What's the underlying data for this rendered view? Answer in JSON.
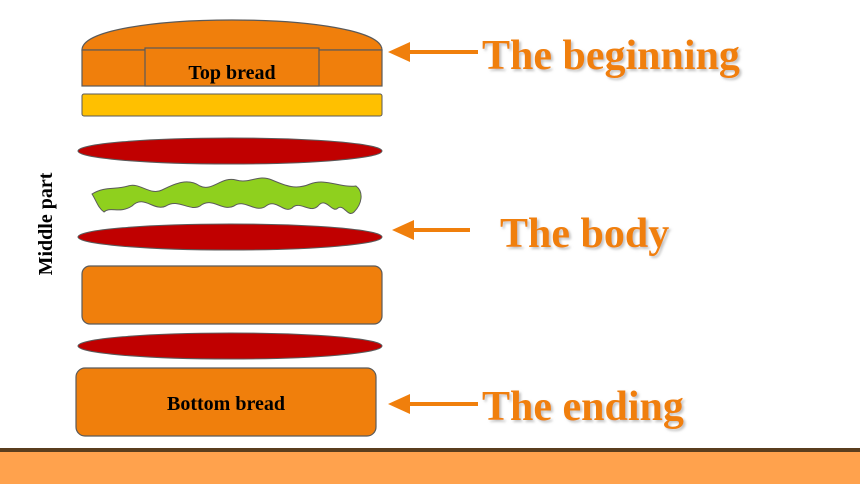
{
  "labels": {
    "top_bread": "Top bread",
    "bottom_bread": "Bottom bread",
    "middle_part": "Middle part",
    "beginning": "The beginning",
    "body": "The body",
    "ending": "The ending"
  },
  "colors": {
    "bread": "#f07f0c",
    "cheese": "#ffc000",
    "tomato": "#c00000",
    "lettuce": "#8fd01e",
    "accent_text": "#f07f0c",
    "footer": "#ffa24d"
  }
}
